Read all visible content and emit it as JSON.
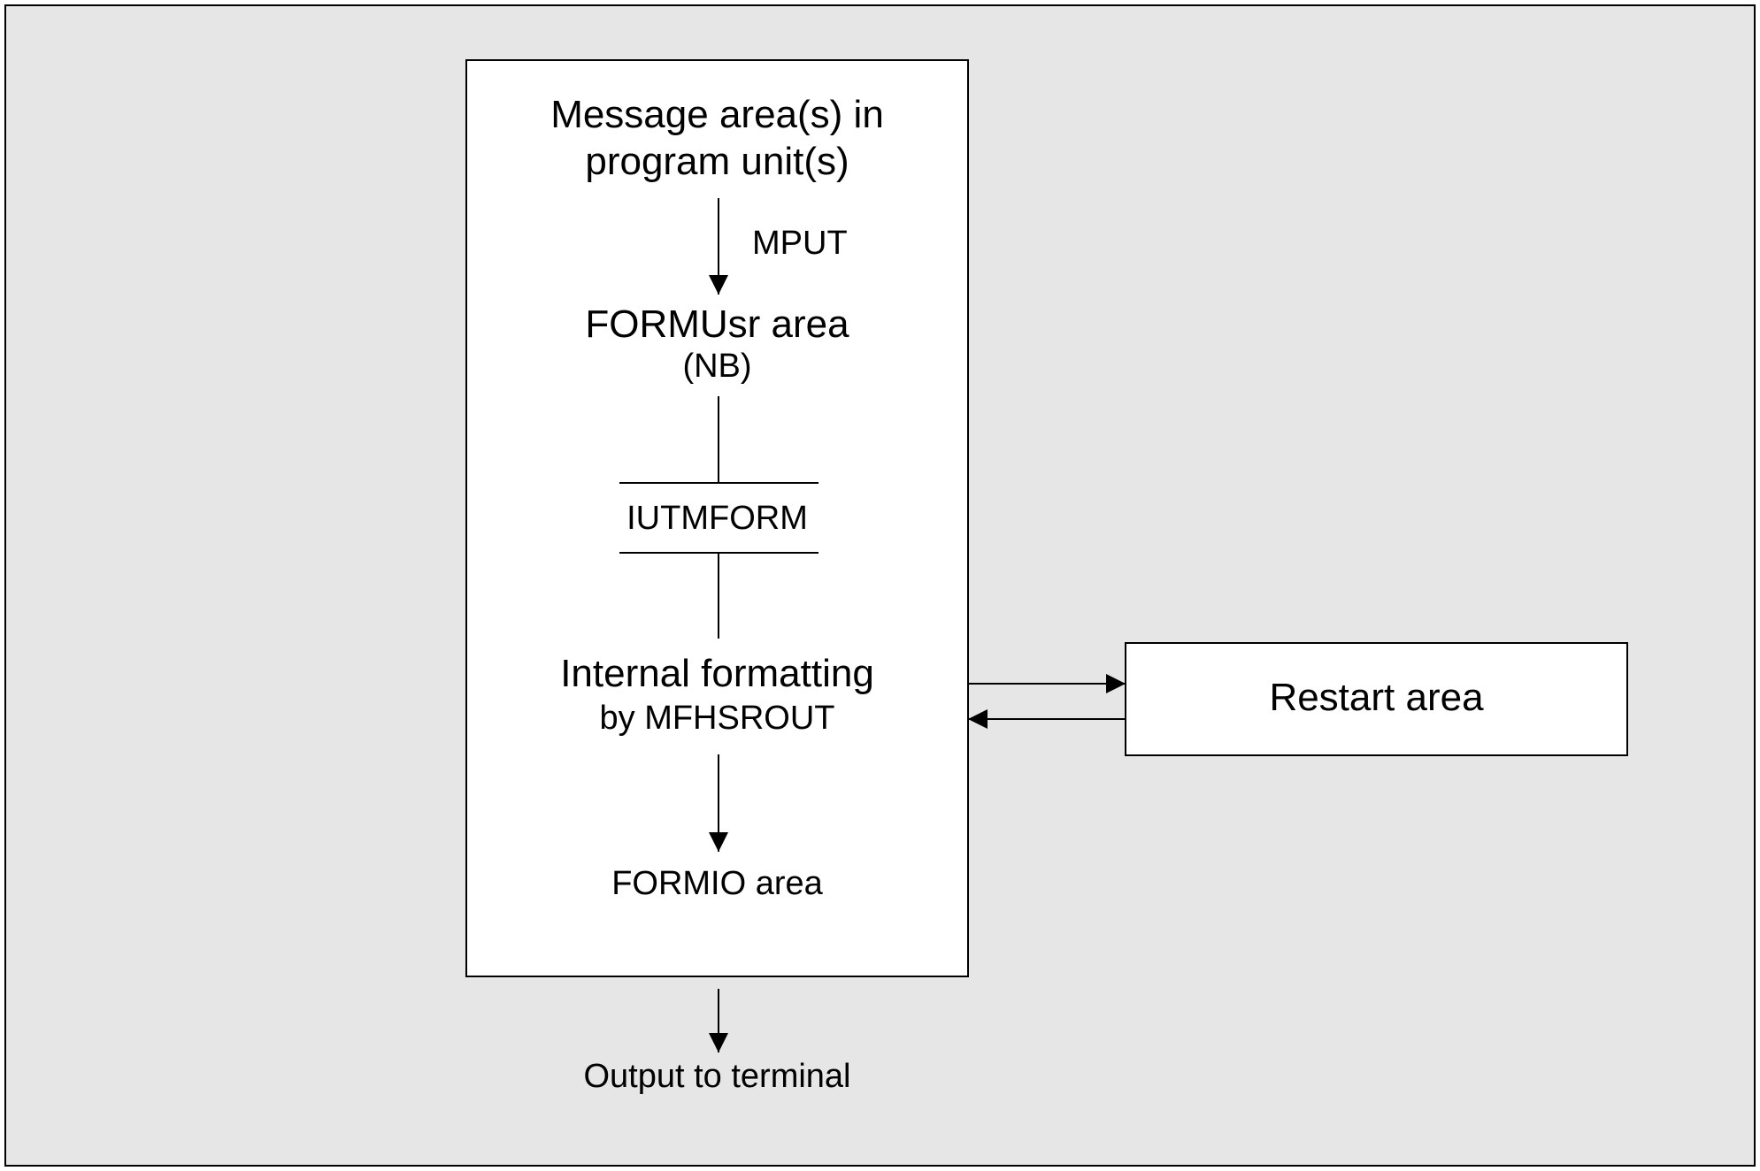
{
  "diagram": {
    "colors": {
      "background": "#e6e6e6",
      "box_fill": "#ffffff",
      "stroke": "#000000"
    },
    "main_box": {
      "message_area_line1": "Message area(s) in",
      "message_area_line2": "program unit(s)",
      "mput_label": "MPUT",
      "formusr_label": "FORMUsr area",
      "formusr_sub": "(NB)",
      "iutmform_label": "IUTMFORM",
      "internal_line1": "Internal formatting",
      "internal_line2": "by MFHSROUT",
      "formio_label": "FORMIO area"
    },
    "restart_box": {
      "label": "Restart area"
    },
    "output_label": "Output to terminal"
  }
}
